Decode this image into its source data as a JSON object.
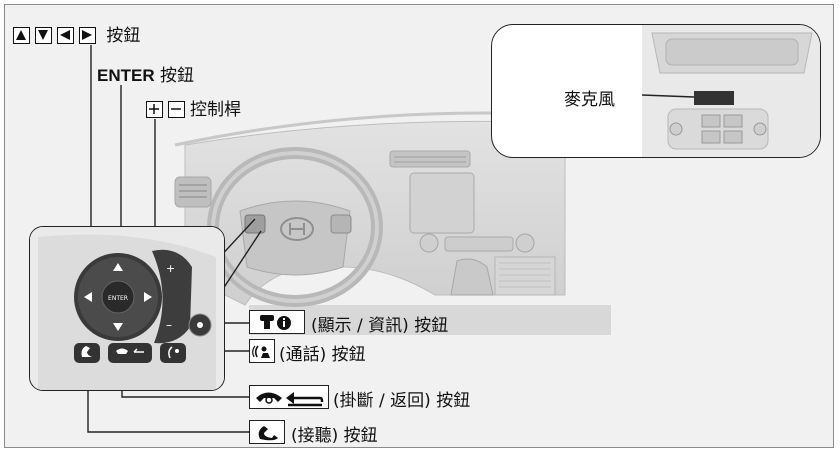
{
  "labels": {
    "arrow_buttons": "按鈕",
    "enter_text": "ENTER",
    "enter_suffix": "按鈕",
    "volume_lever": "控制桿",
    "microphone": "麥克風",
    "display_info": "(顯示 / 資訊) 按鈕",
    "talk": "(通話) 按鈕",
    "hangup_back": "(掛斷 / 返回) 按鈕",
    "pickup": "(接聽) 按鈕"
  },
  "inset_text": {
    "enter_key": "ENTER",
    "plus": "+",
    "minus": "–"
  },
  "colors": {
    "frame_bg": "#f1f1f1",
    "highlight_bar": "#d8d8d8",
    "line": "#222222"
  },
  "icons": [
    "up-triangle-icon",
    "down-triangle-icon",
    "left-triangle-icon",
    "right-triangle-icon",
    "plus-icon",
    "minus-icon",
    "info-phone-icon",
    "talk-icon",
    "hangup-back-icon",
    "pickup-icon"
  ]
}
